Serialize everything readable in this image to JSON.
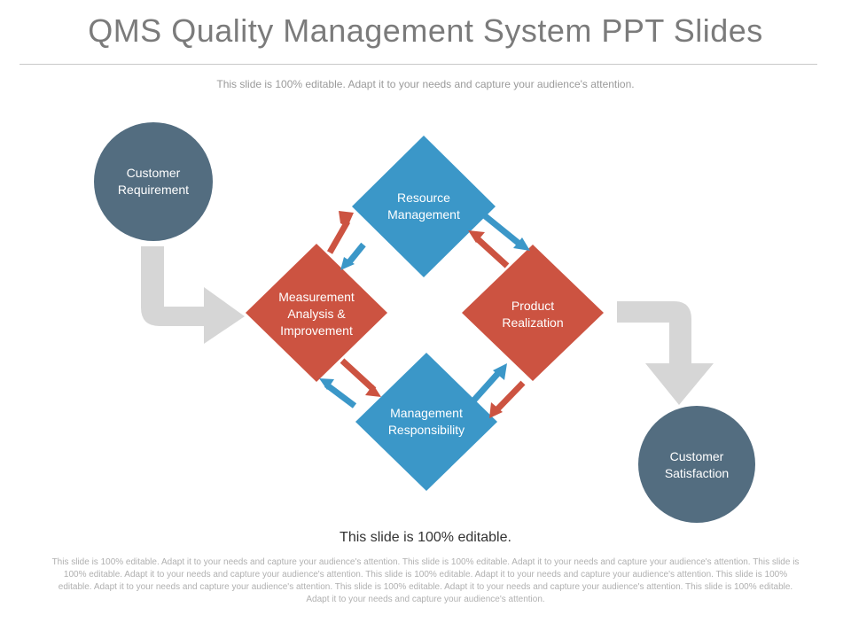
{
  "slide": {
    "title": "QMS Quality Management System PPT Slides",
    "subtitle": "This slide is 100% editable. Adapt it to your needs and capture your audience's attention.",
    "editable_heading": "This slide is 100% editable.",
    "body_text": "This slide is 100% editable. Adapt it to your needs and capture your audience's attention. This slide is 100% editable. Adapt it to your needs and capture your audience's attention. This slide is 100% editable. Adapt it to your needs and capture your audience's attention. This slide is 100% editable. Adapt it to your needs and capture your audience's attention. This slide is 100% editable. Adapt it to your needs and capture your audience's attention. This slide is 100% editable. Adapt it to your needs and capture your audience's attention. This slide is 100% editable. Adapt it to your needs and capture your audience's attention."
  },
  "diagram": {
    "input": {
      "label": "Customer Requirement"
    },
    "output": {
      "label": "Customer Satisfaction"
    },
    "nodes": {
      "resource": {
        "label": "Resource Management"
      },
      "product": {
        "label": "Product Realization"
      },
      "management": {
        "label": "Management Responsibility"
      },
      "measurement": {
        "label": "Measurement Analysis & Improvement"
      }
    },
    "colors": {
      "circle": "#536d80",
      "blue": "#3b97c8",
      "red": "#cc5341",
      "flow_arrow": "#d6d6d6"
    }
  }
}
